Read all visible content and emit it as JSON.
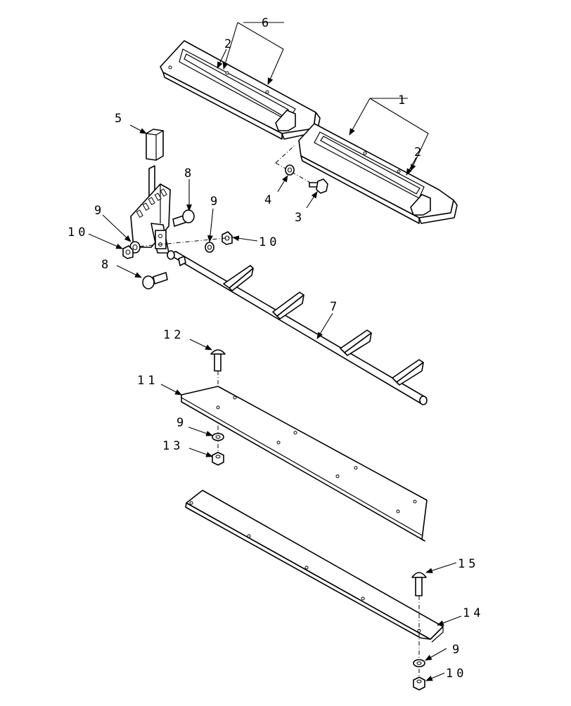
{
  "callouts": {
    "c1": "1",
    "c2a": "2",
    "c2b": "2",
    "c3": "3",
    "c4": "4",
    "c5": "5",
    "c6": "6",
    "c7": "7",
    "c8a": "8",
    "c8b": "8",
    "c9a": "9",
    "c9b": "9",
    "c9c": "9",
    "c9d": "9",
    "c10a": "10",
    "c10b": "10",
    "c10c": "10",
    "c11": "11",
    "c12": "12",
    "c13": "13",
    "c14": "14",
    "c15": "15"
  }
}
